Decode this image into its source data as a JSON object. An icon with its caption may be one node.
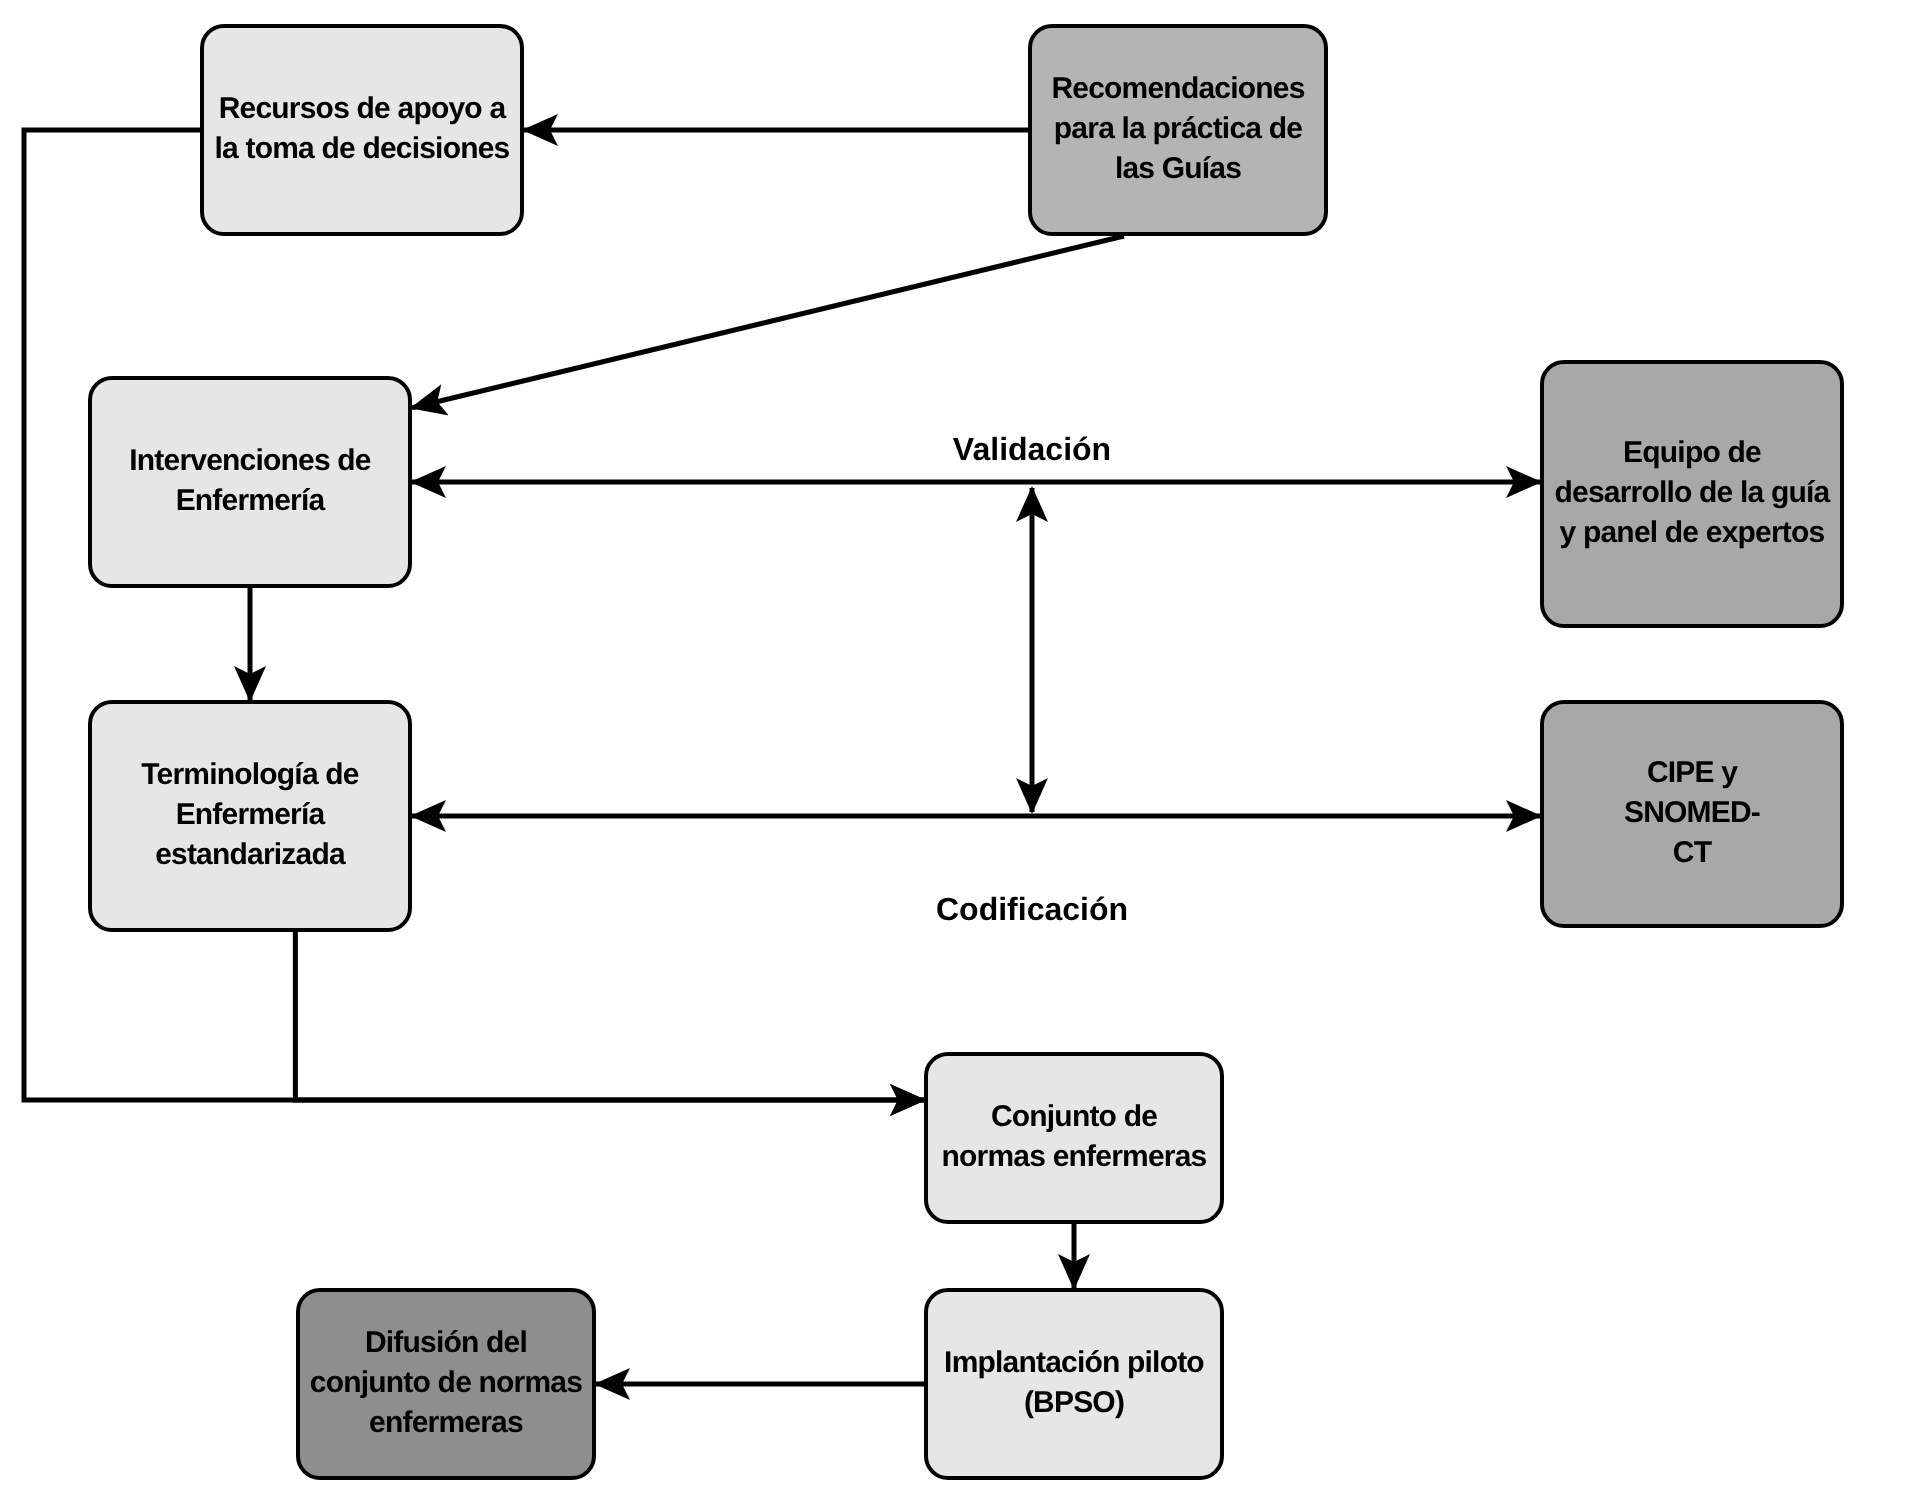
{
  "diagram": {
    "nodes": [
      {
        "text": [
          "Recursos de apoyo a la toma de decisiones"
        ]
      },
      {
        "text": [
          "Recomendaciones para la práctica de las Guías"
        ]
      },
      {
        "text": [
          "Intervenciones de Enfermería"
        ]
      },
      {
        "text": [
          "Equipo de desarrollo de la guía y panel de expertos"
        ]
      },
      {
        "text": [
          "Terminología de Enfermería estandarizada"
        ]
      },
      {
        "text": [
          "CIPE y SNOMED-CT"
        ]
      },
      {
        "text": [
          "Conjunto de normas enfermeras"
        ]
      },
      {
        "text": [
          "Implantación piloto (BPSO)"
        ]
      },
      {
        "text": [
          "Difusión del conjunto de normas enfermeras"
        ]
      }
    ],
    "edges": [
      {
        "from": 1,
        "to": 0,
        "arrow": "to"
      },
      {
        "from": 1,
        "to": 2,
        "arrow": "to"
      },
      {
        "from": 2,
        "to": 3,
        "arrow": "both",
        "label": "Validación"
      },
      {
        "from": 4,
        "to": 5,
        "arrow": "both",
        "label": "Codificación"
      },
      {
        "from": 2,
        "to": 4,
        "arrow": "to"
      },
      {
        "from": 0,
        "to": 6,
        "arrow": "to"
      },
      {
        "from": 4,
        "to": 6,
        "arrow": "to"
      },
      {
        "from": 6,
        "to": 7,
        "arrow": "to"
      },
      {
        "from": 7,
        "to": 8,
        "arrow": "to"
      }
    ]
  }
}
